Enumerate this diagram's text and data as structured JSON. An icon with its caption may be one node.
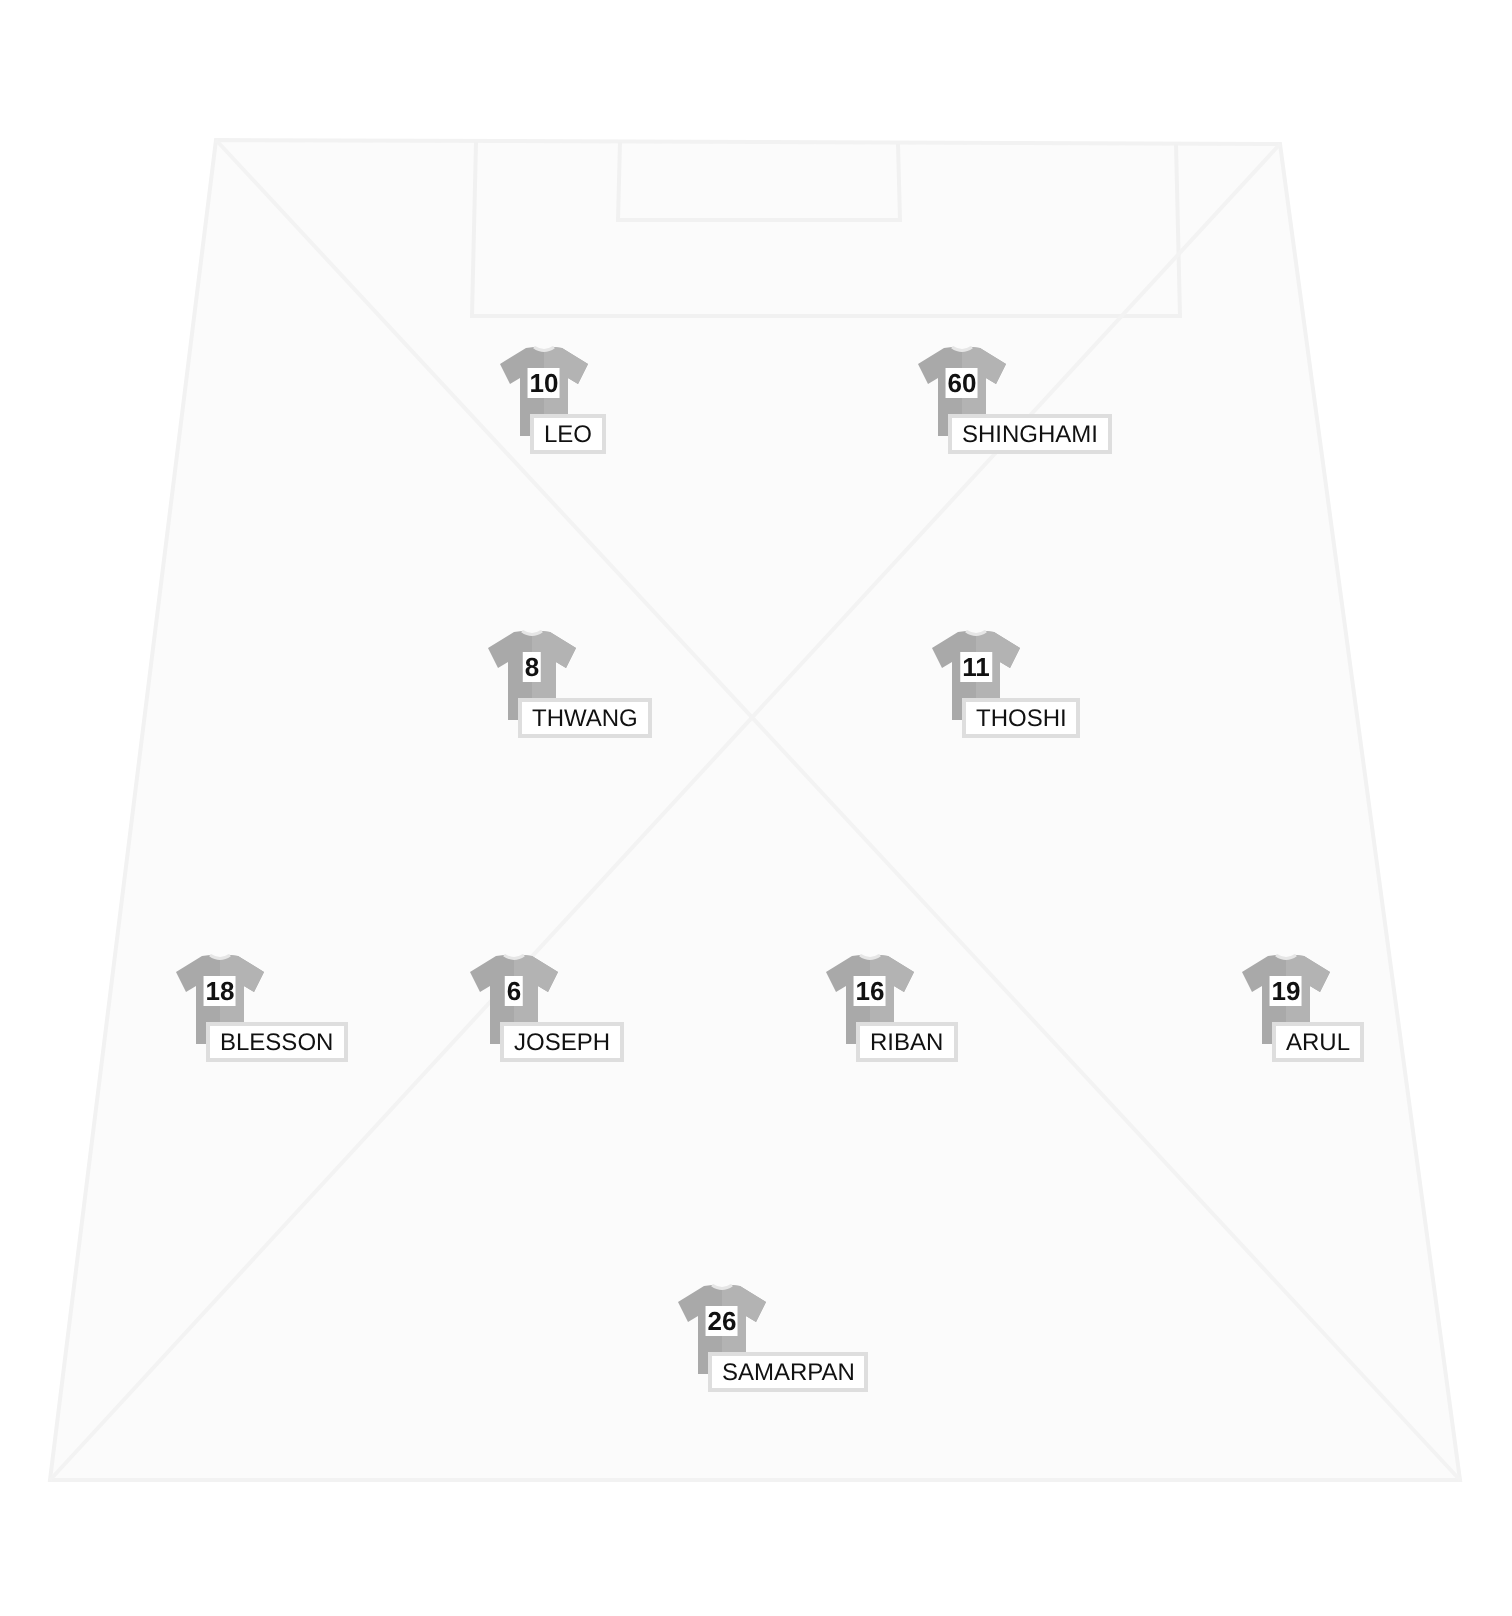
{
  "diagram": {
    "nodes": [
      {
        "text": [
          "10"
        ],
        "beside": [
          "LEO"
        ]
      },
      {
        "text": [
          "60"
        ],
        "beside": [
          "SHINGHAMI"
        ]
      },
      {
        "text": [
          "8"
        ],
        "beside": [
          "THWANG"
        ]
      },
      {
        "text": [
          "11"
        ],
        "beside": [
          "THOSHI"
        ]
      },
      {
        "text": [
          "18"
        ],
        "beside": [
          "BLESSON"
        ]
      },
      {
        "text": [
          "6"
        ],
        "beside": [
          "JOSEPH"
        ]
      },
      {
        "text": [
          "16"
        ],
        "beside": [
          "RIBAN"
        ]
      },
      {
        "text": [
          "19"
        ],
        "beside": [
          "ARUL"
        ]
      },
      {
        "text": [
          "26"
        ],
        "beside": [
          "SAMARPAN"
        ]
      }
    ],
    "edges": []
  }
}
